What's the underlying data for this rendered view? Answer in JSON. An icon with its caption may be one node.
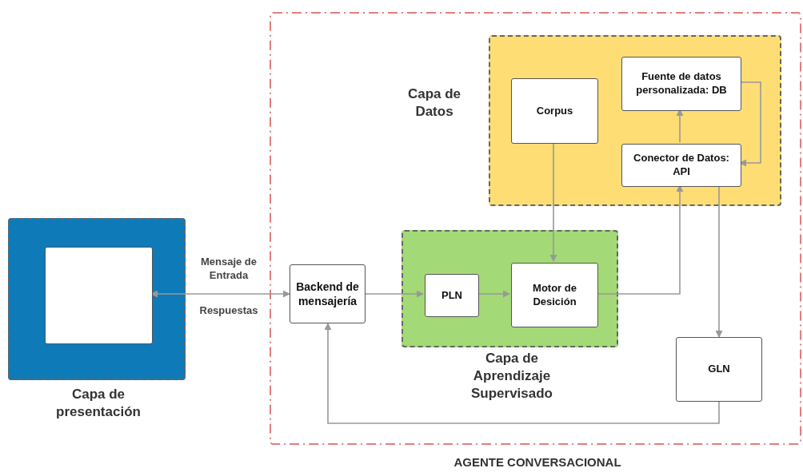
{
  "diagram": {
    "nodes": [
      {
        "text": [
          "AGENTE CONVERSACIONAL"
        ]
      },
      {
        "text": [
          "Capa de presentación"
        ]
      },
      {
        "text": [],
        "shape": "box",
        "in": 1
      },
      {
        "text": [
          "Backend de mensajería"
        ],
        "in": 0
      },
      {
        "text": [
          "Capa de Aprendizaje Supervisado"
        ],
        "in": 0
      },
      {
        "text": [
          "PLN"
        ],
        "in": 4
      },
      {
        "text": [
          "Motor de Desición"
        ],
        "in": 4
      },
      {
        "text": [
          "Capa de Datos"
        ],
        "in": 0
      },
      {
        "text": [
          "Corpus"
        ],
        "in": 7
      },
      {
        "text": [
          "Fuente de datos personalizada: DB"
        ],
        "in": 7
      },
      {
        "text": [
          "Conector de Datos: API"
        ],
        "in": 7
      },
      {
        "text": [
          "GLN"
        ],
        "in": 0
      }
    ],
    "edges": [
      {
        "from": 2,
        "to": 3,
        "arrow": "both"
      },
      {
        "from": 3,
        "to": 5,
        "arrow": "to"
      },
      {
        "from": 5,
        "to": 6,
        "arrow": "to"
      },
      {
        "from": 8,
        "to": 6,
        "arrow": "to"
      },
      {
        "from": 6,
        "to": 10,
        "arrow": "to"
      },
      {
        "from": 10,
        "to": 9,
        "arrow": "to"
      },
      {
        "from": 9,
        "to": 10,
        "arrow": "to"
      },
      {
        "from": 10,
        "to": 11,
        "arrow": "to"
      },
      {
        "from": 11,
        "to": 3,
        "arrow": "to"
      }
    ],
    "labels": [
      "Mensaje de Entrada",
      "Respuestas"
    ]
  }
}
